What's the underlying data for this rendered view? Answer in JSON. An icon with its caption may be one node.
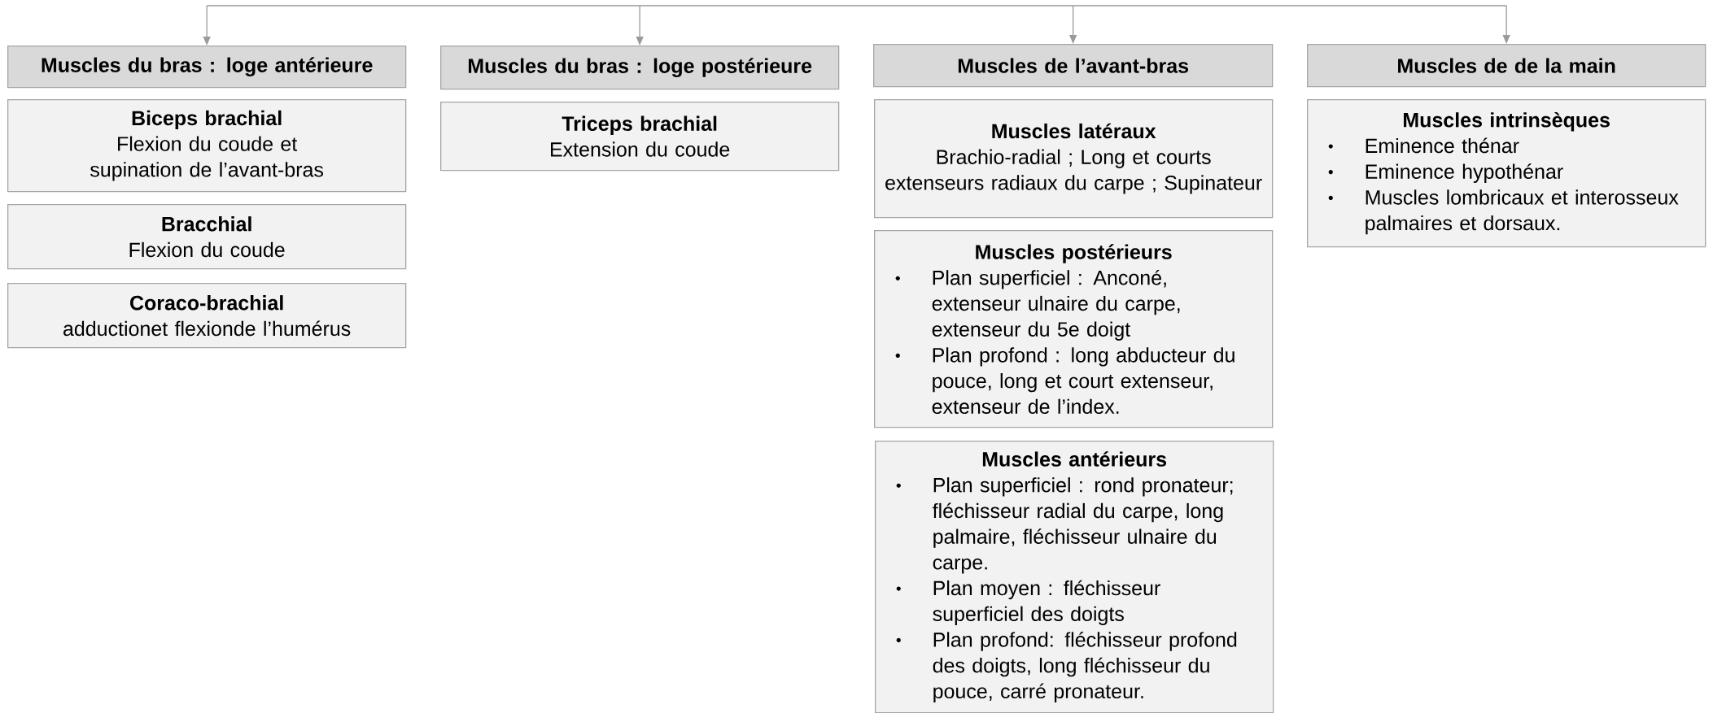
{
  "diagram": {
    "nodes": [
      {
        "text": [
          "Muscles du bras : loge antérieure"
        ]
      },
      {
        "text": [
          "Muscles du bras : loge postérieure"
        ]
      },
      {
        "text": [
          "Muscles de l’avant-bras"
        ]
      },
      {
        "text": [
          "Muscles de de la main"
        ]
      },
      {
        "text": [
          "Biceps brachial",
          "Flexion du coude et supination de l’avant-bras"
        ]
      },
      {
        "text": [
          "Bracchial",
          "Flexion du coude"
        ]
      },
      {
        "text": [
          "Coraco-brachial",
          "adductionet flexionde l’humérus"
        ]
      },
      {
        "text": [
          "Triceps brachial",
          "Extension du coude"
        ]
      },
      {
        "text": [
          "Muscles latéraux",
          "Brachio-radial ; Long et courts extenseurs radiaux du carpe ; Supinateur"
        ]
      },
      {
        "text": [
          "Muscles postérieurs",
          "Plan superficiel : Anconé, extenseur ulnaire du carpe, extenseur du 5e doigt",
          "Plan profond : long abducteur du pouce, long et court extenseur, extenseur de l’index."
        ]
      },
      {
        "text": [
          "Muscles antérieurs",
          "Plan superficiel : rond pronateur; fléchisseur radial du carpe, long palmaire, fléchisseur ulnaire du carpe.",
          "Plan moyen : fléchisseur superficiel des doigts",
          "Plan profond: fléchisseur profond des doigts, long fléchisseur du pouce, carré pronateur."
        ]
      },
      {
        "text": [
          "Muscles intrinsèques",
          "Eminence thénar",
          "Eminence hypothénar",
          "Muscles lombricaux et interosseux palmaires et dorsaux."
        ]
      }
    ],
    "edges": [
      {
        "from": null,
        "to": 0,
        "arrow": "to"
      },
      {
        "from": null,
        "to": 1,
        "arrow": "to"
      },
      {
        "from": null,
        "to": 2,
        "arrow": "to"
      },
      {
        "from": null,
        "to": 3,
        "arrow": "to"
      }
    ]
  }
}
